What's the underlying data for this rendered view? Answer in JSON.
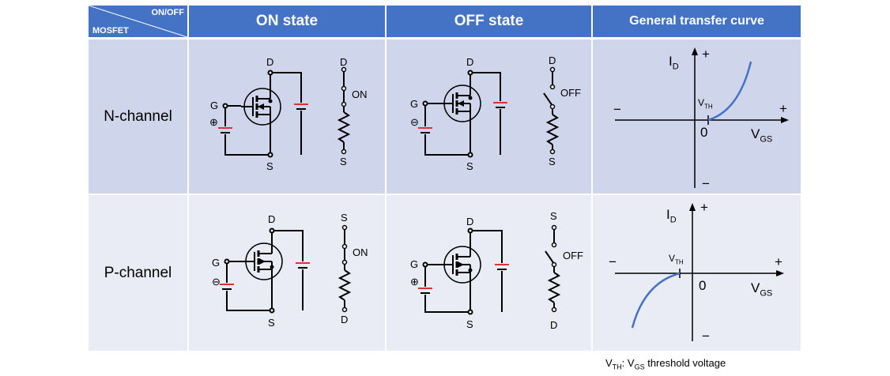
{
  "header": {
    "corner_top": "ON/OFF",
    "corner_bottom": "MOSFET",
    "on_state": "ON state",
    "off_state": "OFF state",
    "transfer": "General transfer curve"
  },
  "rows": [
    {
      "label": "N-channel",
      "on": {
        "gate": "G",
        "drain": "D",
        "source": "S",
        "gate_sign": "⊕",
        "sw_top": "D",
        "sw_bottom": "S",
        "sw_state": "ON"
      },
      "off": {
        "gate": "G",
        "drain": "D",
        "source": "S",
        "gate_sign": "⊖",
        "sw_top": "D",
        "sw_bottom": "S",
        "sw_state": "OFF"
      }
    },
    {
      "label": "P-channel",
      "on": {
        "gate": "G",
        "drain": "D",
        "source": "S",
        "gate_sign": "⊖",
        "sw_top": "S",
        "sw_bottom": "D",
        "sw_state": "ON"
      },
      "off": {
        "gate": "G",
        "drain": "D",
        "source": "S",
        "gate_sign": "⊕",
        "sw_top": "S",
        "sw_bottom": "D",
        "sw_state": "OFF"
      }
    }
  ],
  "curve": {
    "plus": "+",
    "minus": "−",
    "origin": "0",
    "id_main": "I",
    "id_sub": "D",
    "vgs_main": "V",
    "vgs_sub": "GS",
    "vth_main": "V",
    "vth_sub": "TH"
  },
  "footnote": {
    "vth_main": "V",
    "vth_sub": "TH",
    "sep": ": ",
    "vgs_main": "V",
    "vgs_sub": "GS",
    "text": " threshold  voltage"
  },
  "colors": {
    "header": "#4472c4",
    "row_n": "#cfd5ea",
    "row_p": "#e9ebf5",
    "curve": "#4472c4",
    "battery_plus": "#e03030"
  }
}
